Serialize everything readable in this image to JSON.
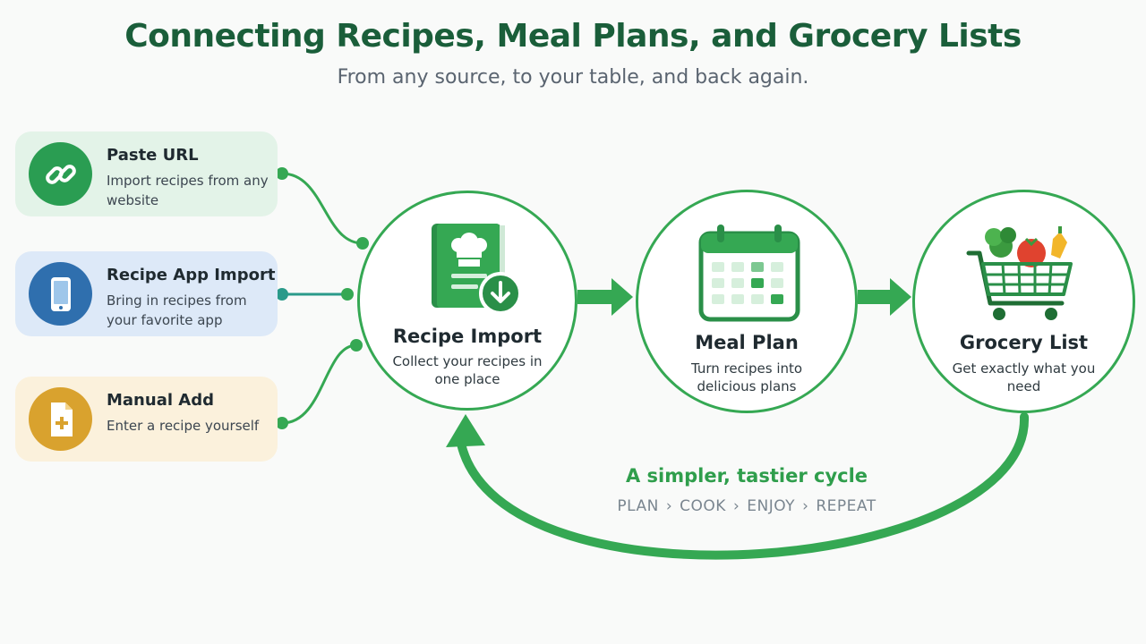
{
  "header": {
    "title": "Connecting Recipes, Meal Plans, and Grocery Lists",
    "subtitle": "From any source, to your table, and back again."
  },
  "sources": [
    {
      "title": "Paste URL",
      "description": "Import recipes from any website",
      "icon": "link-icon",
      "color": "#2a9d52"
    },
    {
      "title": "Recipe App Import",
      "description": "Bring in recipes from your favorite app",
      "icon": "smartphone-icon",
      "color": "#2f6fae"
    },
    {
      "title": "Manual Add",
      "description": "Enter a recipe yourself",
      "icon": "document-add-icon",
      "color": "#d9a22e"
    }
  ],
  "stages": [
    {
      "title": "Recipe Import",
      "description": "Collect your recipes in one place",
      "icon": "recipe-book-icon"
    },
    {
      "title": "Meal Plan",
      "description": "Turn recipes into delicious plans",
      "icon": "calendar-icon"
    },
    {
      "title": "Grocery List",
      "description": "Get exactly what you need",
      "icon": "shopping-cart-icon"
    }
  ],
  "cycle": {
    "title": "A simpler, tastier cycle",
    "steps": [
      "PLAN",
      "COOK",
      "ENJOY",
      "REPEAT"
    ],
    "separator": "›"
  },
  "colors": {
    "primary_green": "#35a853",
    "title_green": "#1a5e3a",
    "connector_teal": "#2a9a8a"
  }
}
